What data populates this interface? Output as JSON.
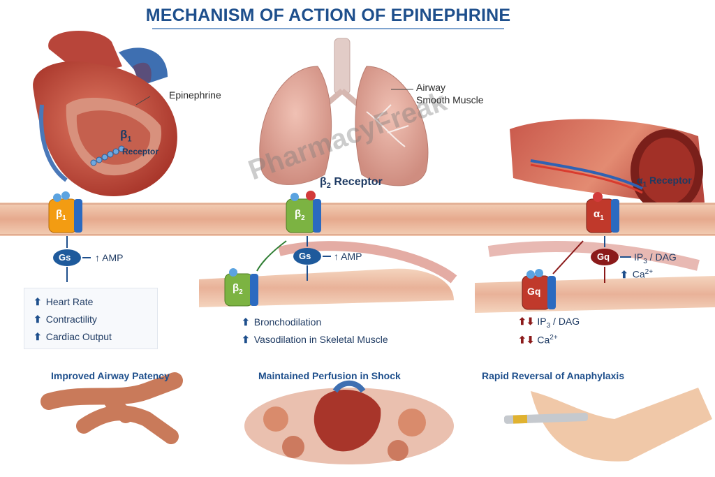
{
  "title": "MECHANISM OF ACTION OF EPINEPHRINE",
  "watermark": "PharmacyFreak",
  "heart": {
    "callout": "Epinephrine",
    "receptor_symbol": "β1",
    "receptor_label": "Receptor",
    "membrane_receptor": "β1",
    "g_protein": "Gs",
    "second_messenger": "↑ AMP",
    "effects": [
      "Heart Rate",
      "Contractility",
      "Cardiac Output"
    ]
  },
  "lung": {
    "callout_line1": "Airway",
    "callout_line2": "Smooth Muscle",
    "receptor_label": "β2 Receptor",
    "membrane_receptor": "β2",
    "g_protein": "Gs",
    "second_messenger": "↑ AMP",
    "lower_receptor": "β2",
    "effects": [
      "Bronchodilation",
      "Vasodilation in Skeletal Muscle"
    ]
  },
  "vessel": {
    "receptor_label": "α1 Receptor",
    "membrane_receptor": "α1",
    "g_protein": "Gq",
    "messenger_1": "IP3 / DAG",
    "messenger_2": "Ca2+",
    "lower_g_protein": "Gq",
    "effects": [
      "IP3 / DAG",
      "Ca2+"
    ]
  },
  "bottom": {
    "panel_1": "Improved Airway Patency",
    "panel_2": "Maintained Perfusion in Shock",
    "panel_3": "Rapid Reversal of Anaphylaxis"
  },
  "colors": {
    "title": "#1e4f8c",
    "beta1": "#f39c12",
    "beta2": "#7cb342",
    "alpha1": "#c0392b",
    "gs": "#1e5a9c",
    "gq": "#8b1a1a",
    "membrane": "#e8b59a"
  }
}
